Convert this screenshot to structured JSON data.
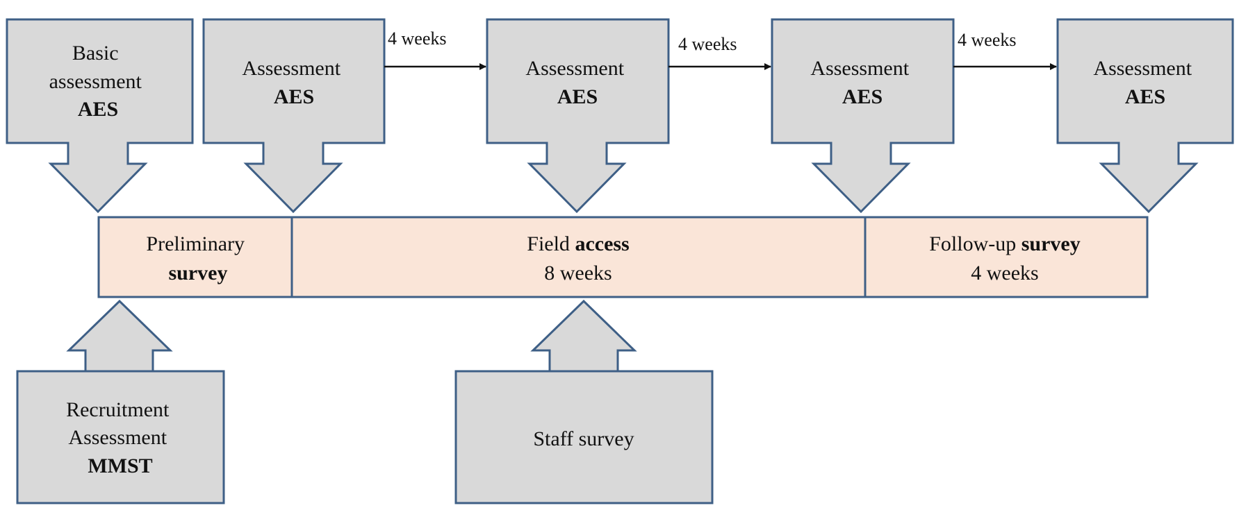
{
  "colors": {
    "box_fill": "#d9d9d9",
    "box_stroke": "#3e5f86",
    "timeline_fill": "#fae5d8",
    "arrow": "#111111"
  },
  "assessments": [
    {
      "line1": "Basic",
      "line2": "assessment",
      "line3": "AES"
    },
    {
      "line1": "Assessment",
      "line2": "AES"
    },
    {
      "line1": "Assessment",
      "line2": "AES"
    },
    {
      "line1": "Assessment",
      "line2": "AES"
    },
    {
      "line1": "Assessment",
      "line2": "AES"
    }
  ],
  "intervals": [
    "4 weeks",
    "4 weeks",
    "4 weeks"
  ],
  "phases": [
    {
      "line1": "Preliminary",
      "line2": "survey"
    },
    {
      "line1_a": "Field ",
      "line1_b": "access",
      "line2": "8 weeks"
    },
    {
      "line1_a": "Follow-up ",
      "line1_b": "survey",
      "line2": "4 weeks"
    }
  ],
  "bottom": {
    "recruitment": {
      "line1": "Recruitment",
      "line2": "Assessment",
      "line3": "MMST"
    },
    "staff": {
      "line1": "Staff survey"
    }
  }
}
